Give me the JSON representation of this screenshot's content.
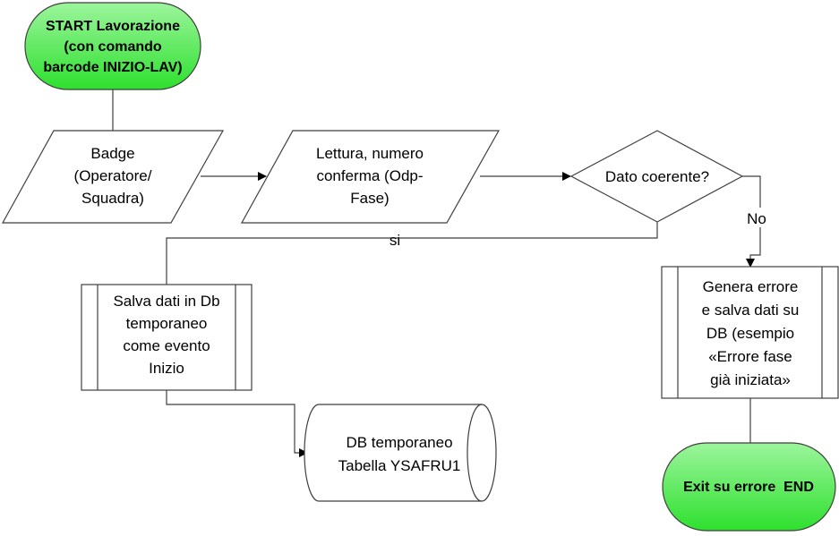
{
  "colors": {
    "terminal_fill_top": "#9cf59c",
    "terminal_fill_bottom": "#2ee02e",
    "stroke": "#3f3f3f",
    "shape_fill": "#ffffff"
  },
  "nodes": {
    "start": {
      "lines": [
        "START Lavorazione",
        "(con comando",
        "barcode INIZIO-LAV)"
      ]
    },
    "badge": {
      "lines": [
        "Badge",
        "(Operatore/",
        "Squadra)"
      ]
    },
    "lettura": {
      "lines": [
        "Lettura, numero",
        "conferma (Odp-",
        "Fase)"
      ]
    },
    "decision": {
      "lines": [
        "Dato coerente?"
      ]
    },
    "salva": {
      "lines": [
        "Salva dati in Db",
        "temporaneo",
        "come evento",
        "Inizio"
      ]
    },
    "genera": {
      "lines": [
        "Genera errore",
        "e salva dati su",
        "DB (esempio",
        "«Errore fase",
        "già iniziata»"
      ]
    },
    "db": {
      "lines": [
        "DB temporaneo",
        "Tabella YSAFRU1"
      ]
    },
    "end": {
      "lines": [
        "Exit su errore  END"
      ]
    }
  },
  "edges": {
    "yes_label": "si",
    "no_label": "No"
  }
}
